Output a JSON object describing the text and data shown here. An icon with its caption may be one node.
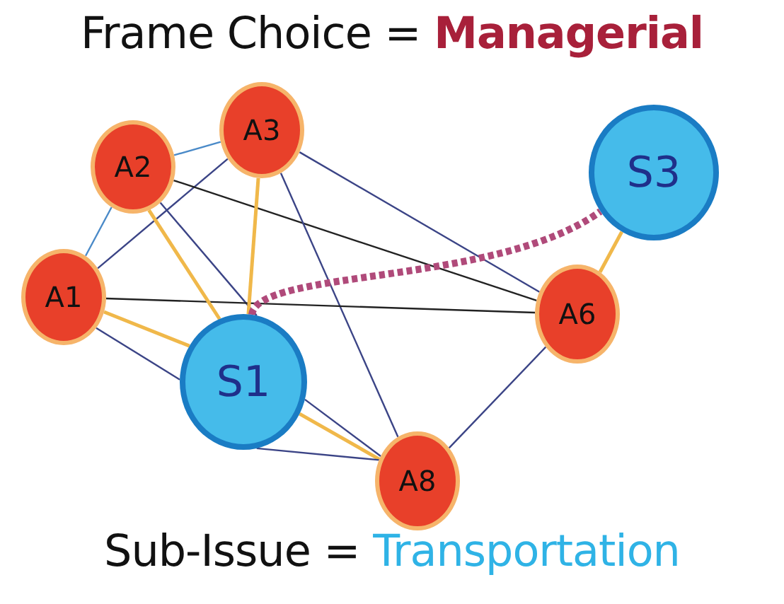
{
  "diagram": {
    "title": "Frame Choice = **Managerial**",
    "caption": "Sub-Issue = *Transportation*",
    "nodes": [
      {
        "text": [
          "A2"
        ]
      },
      {
        "text": [
          "A3"
        ]
      },
      {
        "text": [
          "S3"
        ]
      },
      {
        "text": [
          "A1"
        ]
      },
      {
        "text": [
          "A6"
        ]
      },
      {
        "text": [
          "S1"
        ]
      },
      {
        "text": [
          "A8"
        ]
      }
    ],
    "edges": [
      {
        "from": 0,
        "to": 1,
        "arrow": "none",
        "color": "#4a8ac8"
      },
      {
        "from": 3,
        "to": 0,
        "arrow": "none",
        "color": "#4a8ac8"
      },
      {
        "from": 3,
        "to": 1,
        "arrow": "none"
      },
      {
        "from": 0,
        "to": 4,
        "arrow": "none",
        "color": "#222222"
      },
      {
        "from": 0,
        "to": 5,
        "arrow": "none"
      },
      {
        "from": 1,
        "to": 4,
        "arrow": "none"
      },
      {
        "from": 1,
        "to": 6,
        "arrow": "none"
      },
      {
        "from": 3,
        "to": 4,
        "arrow": "none",
        "color": "#222222"
      },
      {
        "from": 3,
        "to": 5,
        "arrow": "none"
      },
      {
        "from": 3,
        "to": 5,
        "arrow": "none",
        "color": "#f0b84a"
      },
      {
        "from": 0,
        "to": 5,
        "arrow": "none",
        "color": "#f0b84a"
      },
      {
        "from": 1,
        "to": 5,
        "arrow": "none",
        "color": "#f0b84a"
      },
      {
        "from": 5,
        "to": 6,
        "arrow": "none",
        "color": "#f0b84a"
      },
      {
        "from": 5,
        "to": 6,
        "arrow": "none"
      },
      {
        "from": 5,
        "to": 6,
        "arrow": "none"
      },
      {
        "from": 4,
        "to": 6,
        "arrow": "none"
      },
      {
        "from": 2,
        "to": 4,
        "arrow": "none",
        "color": "#f0b84a"
      },
      {
        "from": 5,
        "to": 2,
        "arrow": "none",
        "style": "dashed",
        "color": "#b04a7a"
      }
    ]
  }
}
